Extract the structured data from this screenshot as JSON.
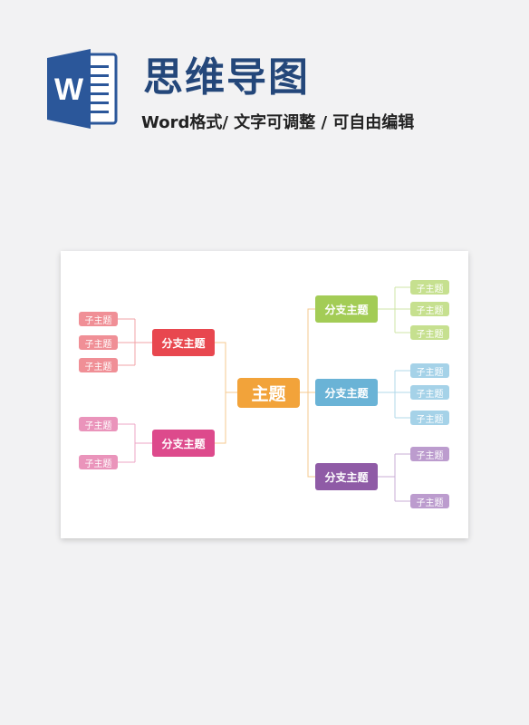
{
  "header": {
    "title": "思维导图",
    "subtitle": "Word格式/ 文字可调整 / 可自由编辑",
    "logo_letter": "W"
  },
  "colors": {
    "brand": "#2b579a",
    "title": "#24477a",
    "main": "#f2a33a",
    "red": "#e8474f",
    "pink": "#dd4a8c",
    "green": "#a3cc56",
    "blue": "#6ab3d6",
    "purple": "#8f5ba6"
  },
  "mindmap": {
    "main": "主题",
    "branches": [
      {
        "label": "分支主题",
        "color": "red",
        "leaves": [
          "子主题",
          "子主题",
          "子主题"
        ]
      },
      {
        "label": "分支主题",
        "color": "pink",
        "leaves": [
          "子主题",
          "子主题"
        ]
      },
      {
        "label": "分支主题",
        "color": "green",
        "leaves": [
          "子主题",
          "子主题",
          "子主题"
        ]
      },
      {
        "label": "分支主题",
        "color": "blue",
        "leaves": [
          "子主题",
          "子主题",
          "子主题"
        ]
      },
      {
        "label": "分支主题",
        "color": "purple",
        "leaves": [
          "子主题",
          "子主题"
        ]
      }
    ]
  }
}
